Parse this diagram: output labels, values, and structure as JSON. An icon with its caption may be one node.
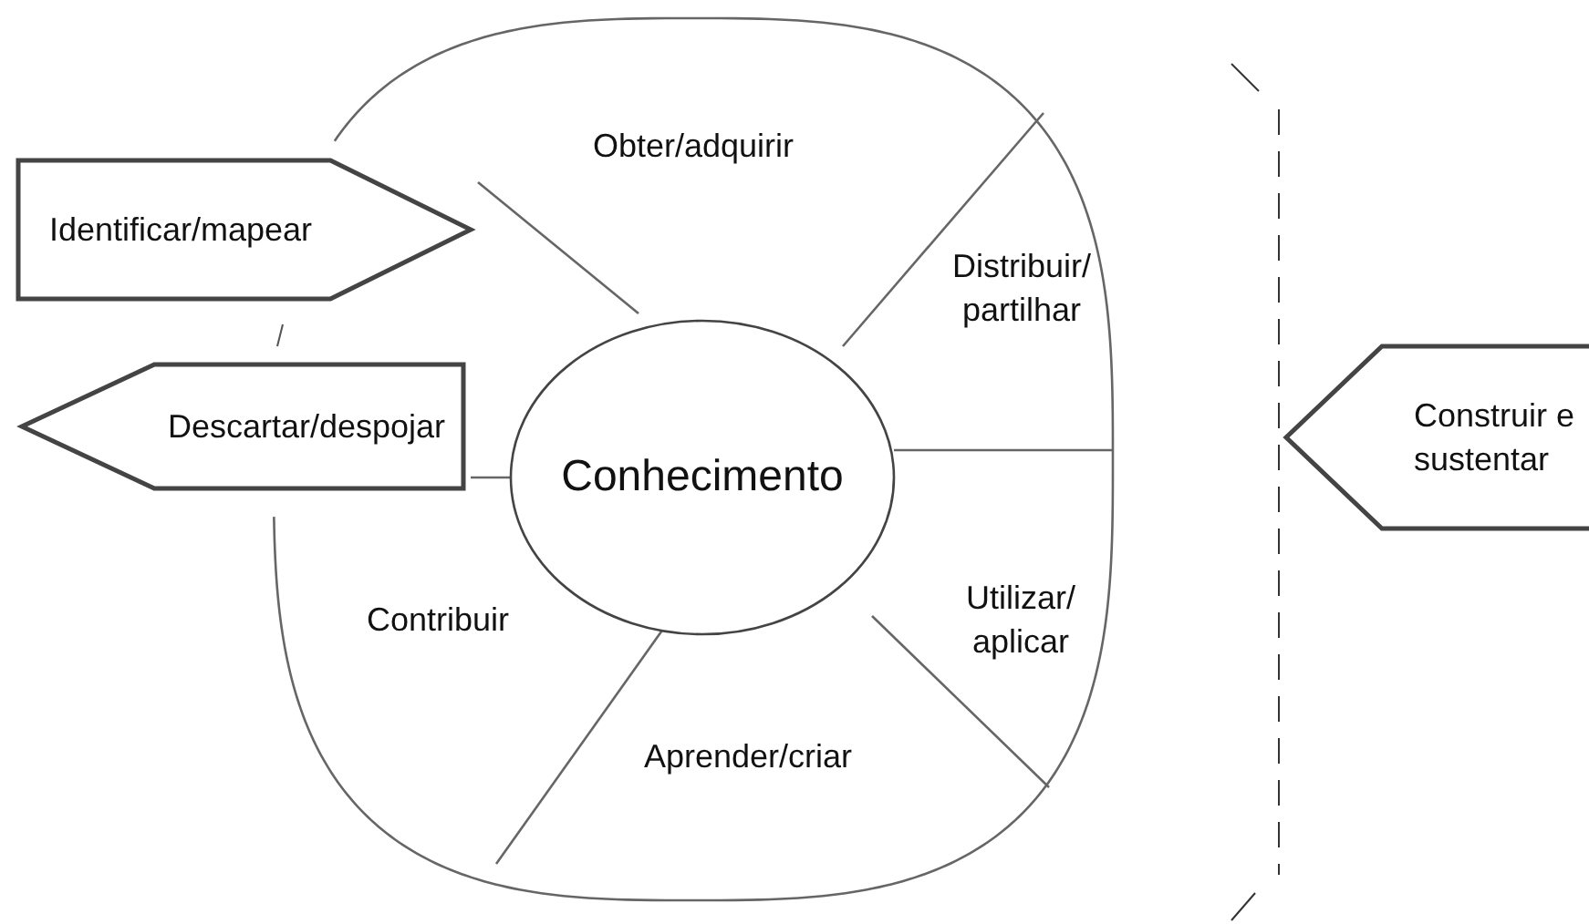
{
  "diagram": {
    "nodes": [
      {
        "text": [
          "Identificar/mapear"
        ]
      },
      {
        "text": [
          "Descartar/despojar"
        ]
      },
      {
        "text": [
          "Construir e sustentar"
        ]
      },
      {
        "text": [
          "Conhecimento"
        ]
      },
      {
        "text": [
          "Obter/adquirir"
        ]
      },
      {
        "text": [
          "Distribuir/ partilhar"
        ]
      },
      {
        "text": [
          "Utilizar/ aplicar"
        ]
      },
      {
        "text": [
          "Aprender/criar"
        ]
      },
      {
        "text": [
          "Contribuir"
        ]
      }
    ]
  }
}
